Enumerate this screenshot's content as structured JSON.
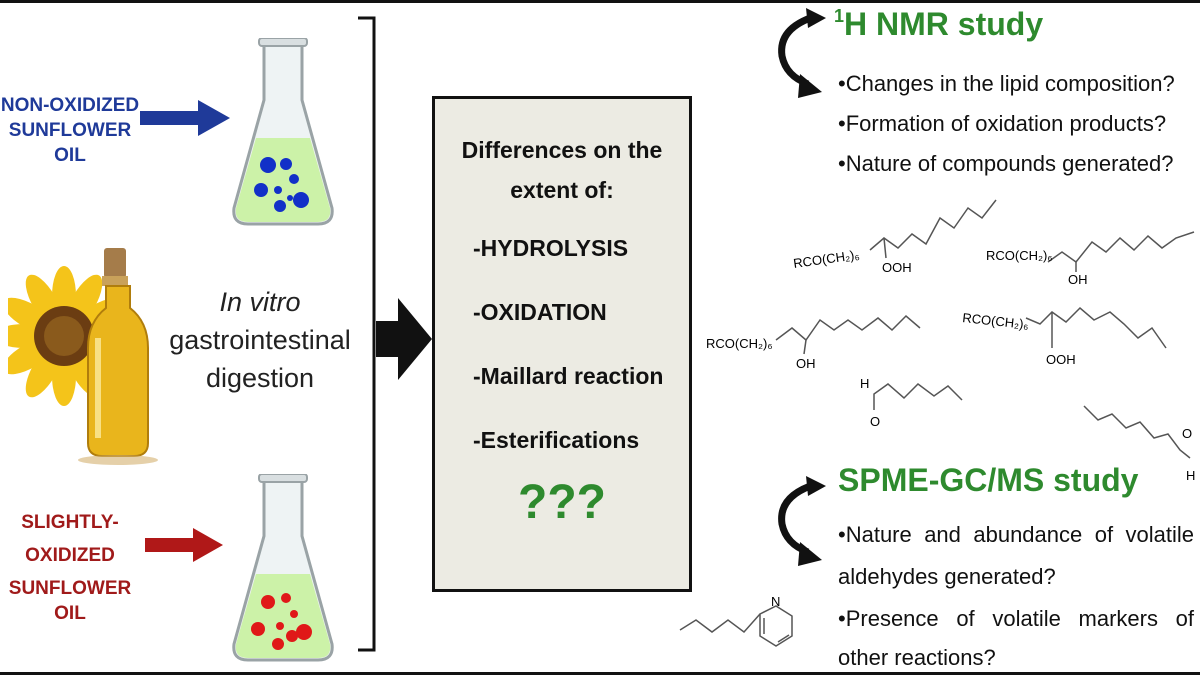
{
  "left": {
    "non_oxidized_label": [
      "NON-OXIDIZED",
      "SUNFLOWER OIL"
    ],
    "slightly_oxidized_label": [
      "SLIGHTLY-",
      "OXIDIZED",
      "SUNFLOWER OIL"
    ],
    "digestion_italic": "In vitro",
    "digestion_line2": "gastrointestinal",
    "digestion_line3": "digestion"
  },
  "box": {
    "title_line1": "Differences on the",
    "title_line2": "extent of:",
    "items": [
      "-HYDROLYSIS",
      "-OXIDATION",
      "-Maillard reaction",
      "-Esterifications"
    ],
    "question": "???"
  },
  "nmr": {
    "superscript": "1",
    "heading": "H NMR study",
    "bullets": [
      "•Changes in the lipid composition?",
      "•Formation of oxidation products?",
      "•Nature of compounds generated?"
    ]
  },
  "gcms": {
    "heading": "SPME-GC/MS study",
    "bullets": [
      "•Nature and abundance of volatile",
      "aldehydes generated?",
      "•Presence of volatile markers of",
      "other reactions?"
    ]
  },
  "structures": {
    "rco1": "RCO(CH₂)₆",
    "ooh1": "OOH",
    "rco2": "RCO(CH₂)₆",
    "oh2": "OH",
    "rco3": "RCO(CH₂)₆",
    "oh3": "OH",
    "rco4": "RCO(CH₂)₆",
    "ooh4": "OOH",
    "h5": "H",
    "o5": "O",
    "o6": "O",
    "h6": "H",
    "n7": "N"
  },
  "colors": {
    "blue": "#1f3a99",
    "red": "#a01a1a",
    "green": "#2e8a2e",
    "liquid": "#ccf2a8",
    "box_bg": "#ecebe3"
  }
}
